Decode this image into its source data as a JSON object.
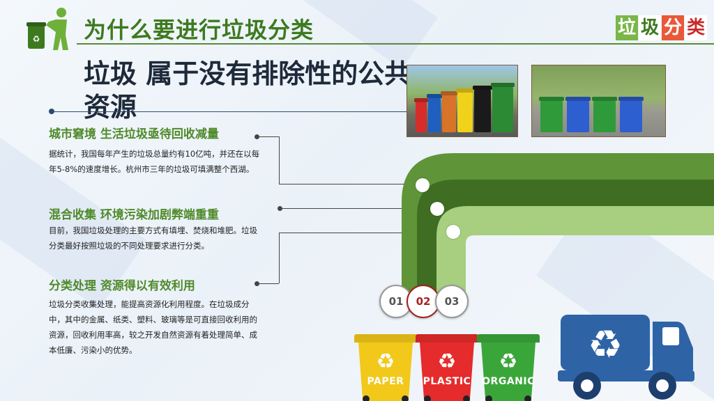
{
  "header": {
    "title": "为什么要进行垃圾分类",
    "brand": [
      "垃",
      "圾",
      "分",
      "类"
    ]
  },
  "main_title": "垃圾 属于没有排除性的公共资源",
  "sections": [
    {
      "title": "城市窘境 生活垃圾亟待回收减量",
      "text": "据统计，我国每年产生的垃圾总量约有10亿吨，并还在以每年5-8%的速度增长。杭州市三年的垃圾可填满整个西湖。"
    },
    {
      "title": "混合收集 环境污染加剧弊端重重",
      "text": "目前，我国垃圾处理的主要方式有填埋、焚烧和堆肥。垃圾分类最好按照垃圾的不同处理要求进行分类。"
    },
    {
      "title": "分类处理 资源得以有效利用",
      "text": "垃圾分类收集处理，能提高资源化利用程度。在垃圾成分中，其中的金属、纸类、塑料、玻璃等是可直接回收利用的资源，回收利用率高，较之开发自然资源有着处理简单、成本低廉、污染小的优势。"
    }
  ],
  "badges": [
    "01",
    "02",
    "03"
  ],
  "bins": [
    {
      "label": "PAPER",
      "color": "#f2c81a",
      "symbol": "♻"
    },
    {
      "label": "PLASTIC",
      "color": "#e52b2b",
      "symbol": "♻"
    },
    {
      "label": "ORGANIC",
      "color": "#3aa63a",
      "symbol": "♻"
    }
  ],
  "colors": {
    "pipe_dark": "#3f6e23",
    "pipe_mid": "#5f9438",
    "pipe_light": "#a7cf7f",
    "truck": "#2e63a6"
  }
}
